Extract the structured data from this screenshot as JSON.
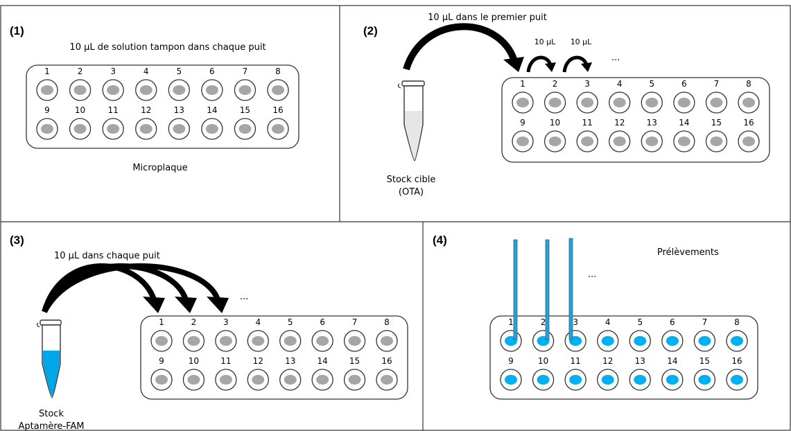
{
  "panels": [
    {
      "label": "(1)",
      "caption": "10 µL de solution tampon dans chaque puit",
      "plate_label": "Microplaque"
    },
    {
      "label": "(2)",
      "caption": "10 µL dans le premier puit",
      "transfer_labels": [
        "10 µL",
        "10 µL"
      ],
      "ellipsis": "...",
      "tube_label": [
        "Stock cible",
        "(OTA)"
      ]
    },
    {
      "label": "(3)",
      "caption": "10 µL dans chaque puit",
      "ellipsis": "...",
      "tube_label": [
        "Stock",
        "Aptamère-FAM"
      ]
    },
    {
      "label": "(4)",
      "caption": "Prélèvements",
      "ellipsis": "..."
    }
  ],
  "wells": {
    "row1": [
      "1",
      "2",
      "3",
      "4",
      "5",
      "6",
      "7",
      "8"
    ],
    "row2": [
      "9",
      "10",
      "11",
      "12",
      "13",
      "14",
      "15",
      "16"
    ]
  },
  "colors": {
    "border": "#333333",
    "well_gray": "#a6a6a6",
    "well_blue": "#00b0f0",
    "tube_fill_gray": "#e6e6e6",
    "tube_fill_blue": "#00a6e8",
    "pipette_blue": "#2a9fd6",
    "arrow": "#000000"
  },
  "icons": [
    "microplate-icon",
    "tube-icon",
    "curved-arrow-icon",
    "pipette-icon"
  ]
}
